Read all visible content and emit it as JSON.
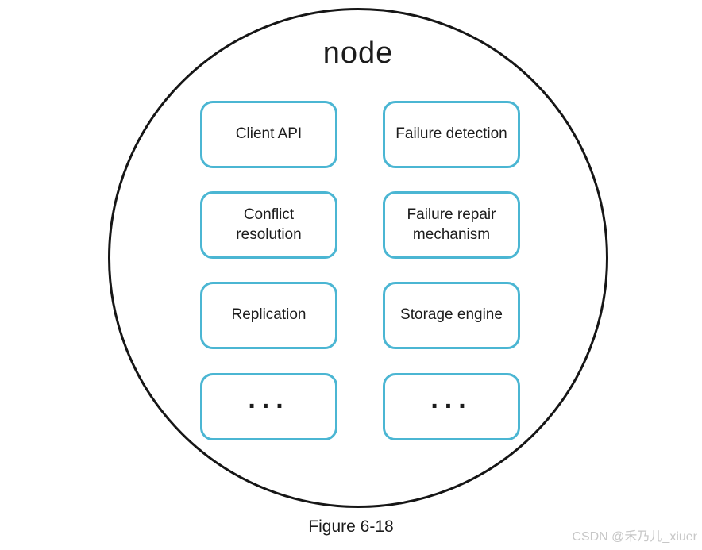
{
  "diagram": {
    "title": "node",
    "caption": "Figure 6-18",
    "watermark": "CSDN @禾乃儿_xiuer",
    "boxes": [
      {
        "label": "Client API"
      },
      {
        "label": "Failure detection"
      },
      {
        "label": "Conflict resolution"
      },
      {
        "label": "Failure repair mechanism"
      },
      {
        "label": "Replication"
      },
      {
        "label": "Storage engine"
      },
      {
        "label": "..."
      },
      {
        "label": "..."
      }
    ]
  },
  "colors": {
    "accent": "#4bb6d3",
    "outline": "#161616",
    "ink": "#1c1c1c",
    "watermark": "#c7c7c7",
    "background": "#ffffff"
  }
}
